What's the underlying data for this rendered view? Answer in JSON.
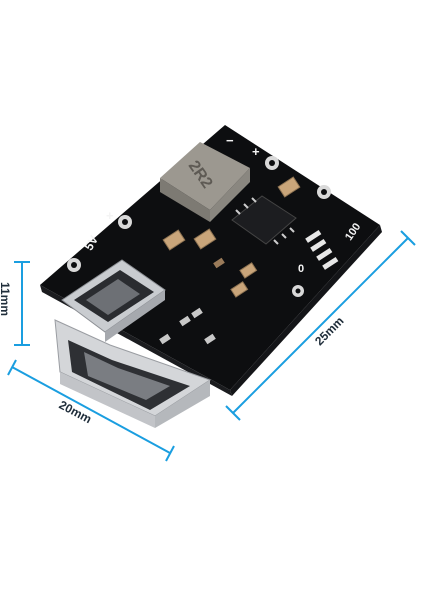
{
  "dimensions": {
    "height_label": "11mm",
    "width_label": "20mm",
    "length_label": "25mm"
  },
  "board": {
    "inductor_marking": "2R2",
    "silk_5v": "5V",
    "silk_100": "100",
    "silk_0": "0",
    "silk_plus_1": "+",
    "silk_plus_2": "+",
    "silk_minus": "−"
  },
  "colors": {
    "pcb": "#0d0e10",
    "dimension_line": "#1a9ee0",
    "usb_metal": "#c9ccd0",
    "inductor": "#b7b3ac",
    "capacitor": "#c9a57a"
  }
}
